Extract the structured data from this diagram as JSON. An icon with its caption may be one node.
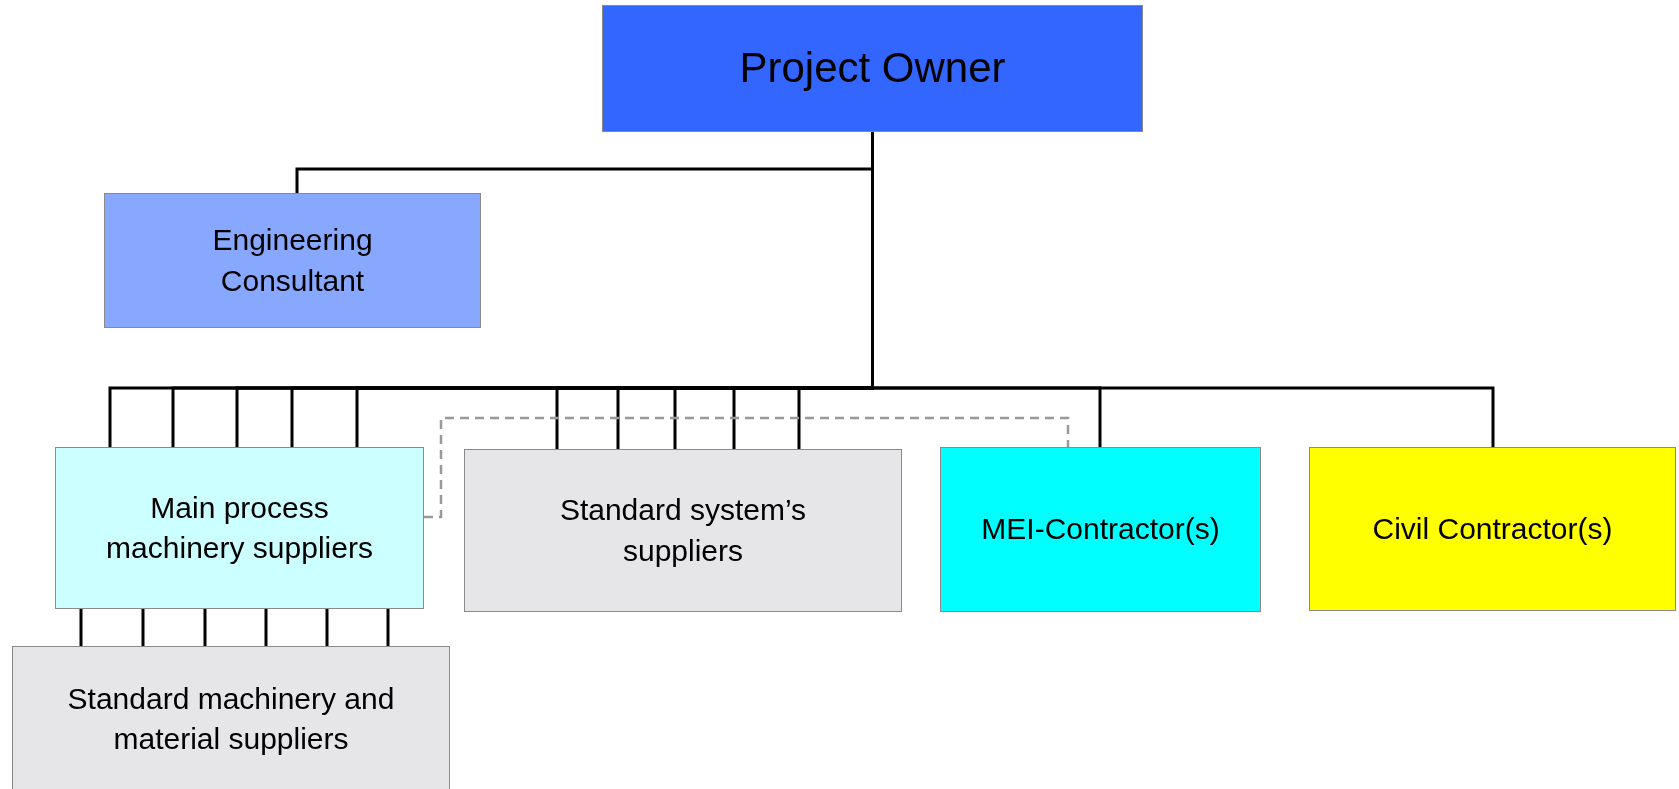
{
  "diagram": {
    "nodes": [
      {
        "text": [
          "Project Owner"
        ]
      },
      {
        "text": [
          "Engineering Consultant"
        ]
      },
      {
        "text": [
          "Main process machinery suppliers"
        ]
      },
      {
        "text": [
          "Standard system’s suppliers"
        ]
      },
      {
        "text": [
          "MEI-Contractor(s)"
        ]
      },
      {
        "text": [
          "Civil Contractor(s)"
        ]
      },
      {
        "text": [
          "Standard machinery and material suppliers"
        ]
      }
    ],
    "edges": [
      {
        "from": 0,
        "to": 1,
        "arrow": "none"
      },
      {
        "from": 0,
        "to": 2,
        "arrow": "none"
      },
      {
        "from": 0,
        "to": 2,
        "arrow": "none"
      },
      {
        "from": 0,
        "to": 2,
        "arrow": "none"
      },
      {
        "from": 0,
        "to": 2,
        "arrow": "none"
      },
      {
        "from": 0,
        "to": 2,
        "arrow": "none"
      },
      {
        "from": 0,
        "to": 3,
        "arrow": "none"
      },
      {
        "from": 0,
        "to": 3,
        "arrow": "none"
      },
      {
        "from": 0,
        "to": 3,
        "arrow": "none"
      },
      {
        "from": 0,
        "to": 3,
        "arrow": "none"
      },
      {
        "from": 0,
        "to": 3,
        "arrow": "none"
      },
      {
        "from": 0,
        "to": 4,
        "arrow": "none"
      },
      {
        "from": 0,
        "to": 5,
        "arrow": "none"
      },
      {
        "from": 2,
        "to": 6,
        "arrow": "none"
      },
      {
        "from": 2,
        "to": 6,
        "arrow": "none"
      },
      {
        "from": 2,
        "to": 6,
        "arrow": "none"
      },
      {
        "from": 2,
        "to": 6,
        "arrow": "none"
      },
      {
        "from": 2,
        "to": 6,
        "arrow": "none"
      },
      {
        "from": 2,
        "to": 6,
        "arrow": "none"
      },
      {
        "from": 2,
        "to": 4,
        "arrow": "none",
        "style": "dashed",
        "color": "#999999"
      }
    ]
  }
}
